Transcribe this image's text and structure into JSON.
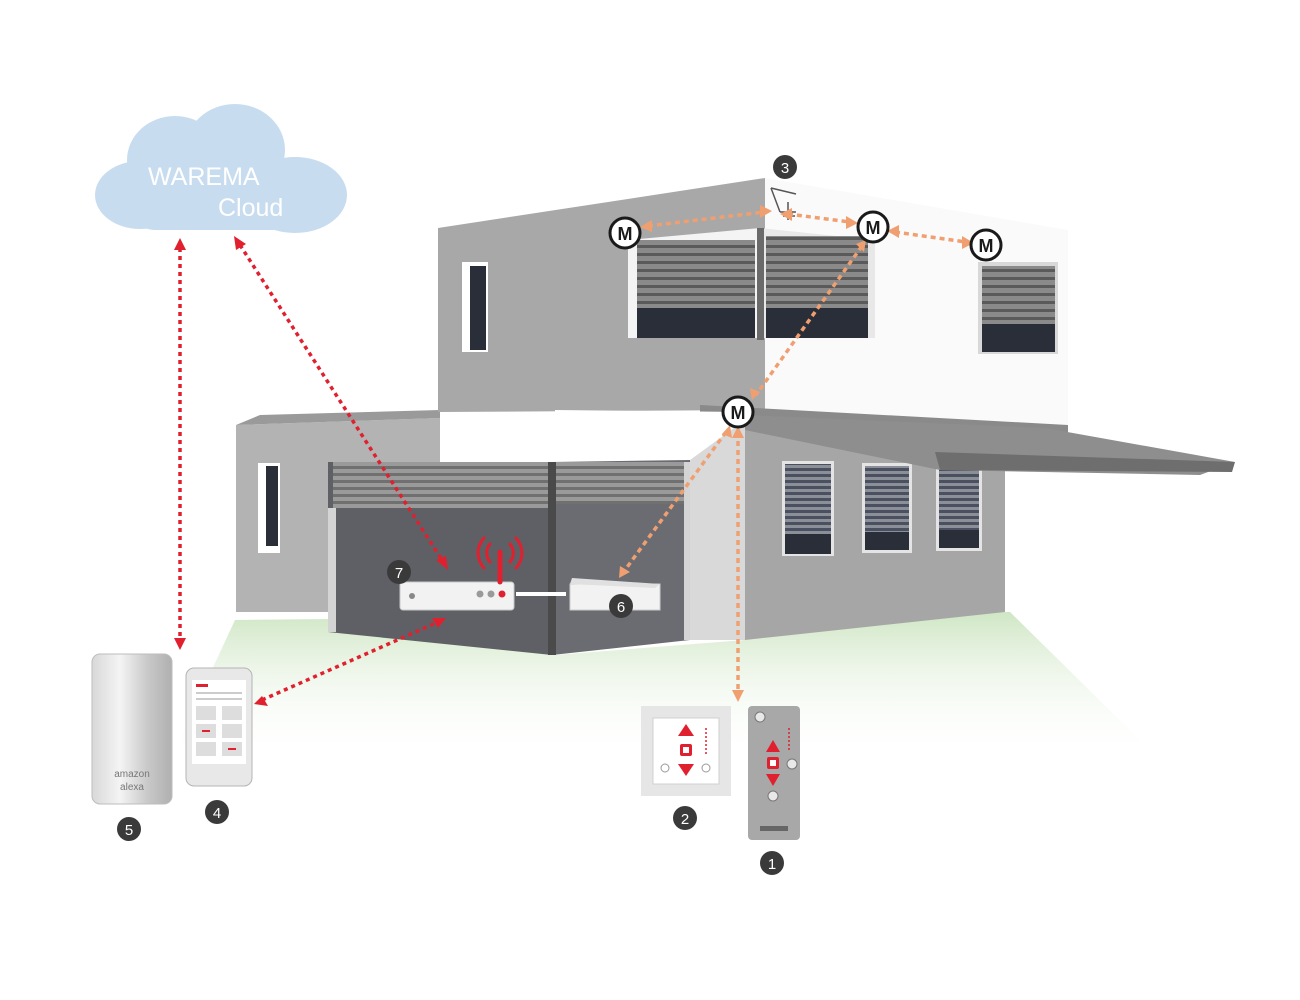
{
  "cloud": {
    "line1": "WAREMA",
    "line2": "Cloud"
  },
  "motor_label": "M",
  "alexa": {
    "line1": "amazon",
    "line2": "alexa"
  },
  "markers": {
    "remote": "1",
    "wall_switch": "2",
    "weather_sensor": "3",
    "smartphone": "4",
    "alexa": "5",
    "gateway": "6",
    "router": "7"
  },
  "colors": {
    "wireless_link_red": "#e0202e",
    "radio_link_orange": "#f0a070",
    "marker_fill": "#3a3a3a",
    "cloud_fill": "#c8dcf0",
    "ground_green": "#cfe6c4",
    "wall_gray": "#a6a6a6",
    "wall_white": "#ffffff"
  },
  "icons": [
    "cloud-icon",
    "motor-icon",
    "router-icon",
    "antenna-icon",
    "gateway-icon",
    "weather-sensor-icon",
    "smartphone-icon",
    "smart-speaker-icon",
    "wall-switch-icon",
    "remote-control-icon"
  ]
}
